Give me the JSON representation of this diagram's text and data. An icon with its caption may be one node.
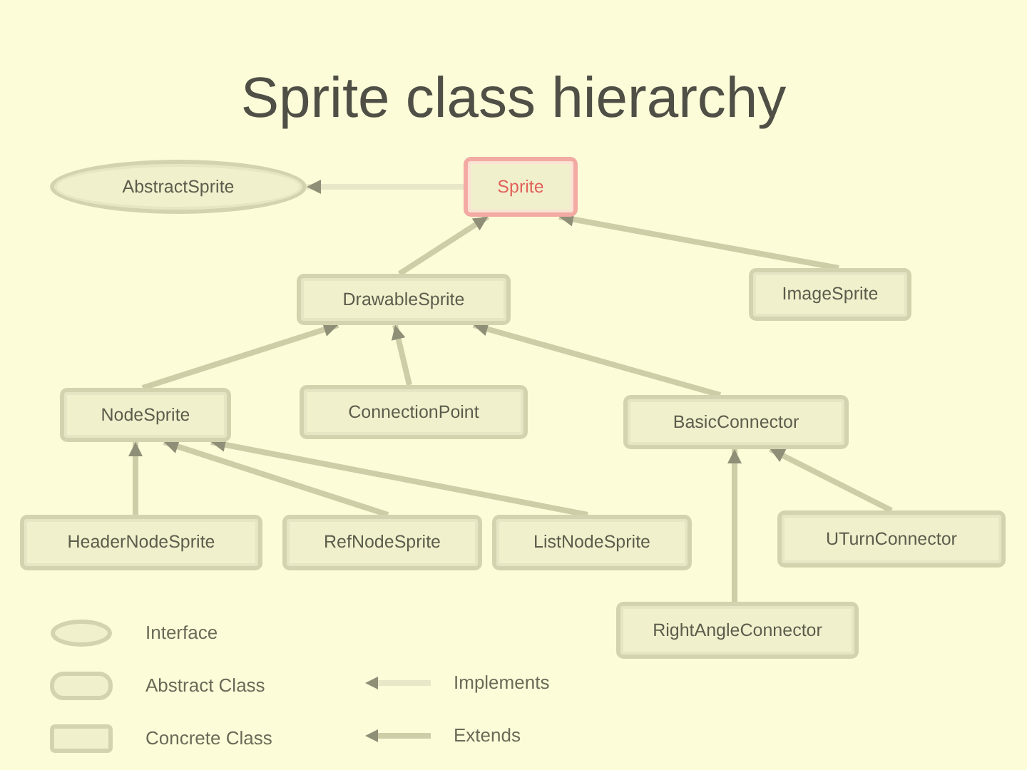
{
  "diagram": {
    "title": "Sprite class hierarchy",
    "nodes": [
      {
        "text": [
          "AbstractSprite"
        ]
      },
      {
        "text": [
          "Sprite"
        ]
      },
      {
        "text": [
          "DrawableSprite"
        ]
      },
      {
        "text": [
          "ImageSprite"
        ]
      },
      {
        "text": [
          "NodeSprite"
        ]
      },
      {
        "text": [
          "ConnectionPoint"
        ]
      },
      {
        "text": [
          "BasicConnector"
        ]
      },
      {
        "text": [
          "HeaderNodeSprite"
        ]
      },
      {
        "text": [
          "RefNodeSprite"
        ]
      },
      {
        "text": [
          "ListNodeSprite"
        ]
      },
      {
        "text": [
          "UTurnConnector"
        ]
      },
      {
        "text": [
          "RightAngleConnector"
        ]
      }
    ],
    "edges": [
      {
        "from": 1,
        "to": 0,
        "arrow": "to",
        "color": "#e8e8c8"
      },
      {
        "from": 2,
        "to": 1,
        "arrow": "to"
      },
      {
        "from": 3,
        "to": 1,
        "arrow": "to"
      },
      {
        "from": 4,
        "to": 2,
        "arrow": "to"
      },
      {
        "from": 5,
        "to": 2,
        "arrow": "to"
      },
      {
        "from": 6,
        "to": 2,
        "arrow": "to"
      },
      {
        "from": 7,
        "to": 4,
        "arrow": "to"
      },
      {
        "from": 8,
        "to": 4,
        "arrow": "to"
      },
      {
        "from": 9,
        "to": 4,
        "arrow": "to"
      },
      {
        "from": 10,
        "to": 6,
        "arrow": "to"
      },
      {
        "from": 11,
        "to": 6,
        "arrow": "to"
      }
    ],
    "legend": [
      {
        "text": "Interface"
      },
      {
        "text": "Abstract Class"
      },
      {
        "text": "Implements"
      },
      {
        "text": "Concrete Class"
      },
      {
        "text": "Extends"
      }
    ]
  }
}
